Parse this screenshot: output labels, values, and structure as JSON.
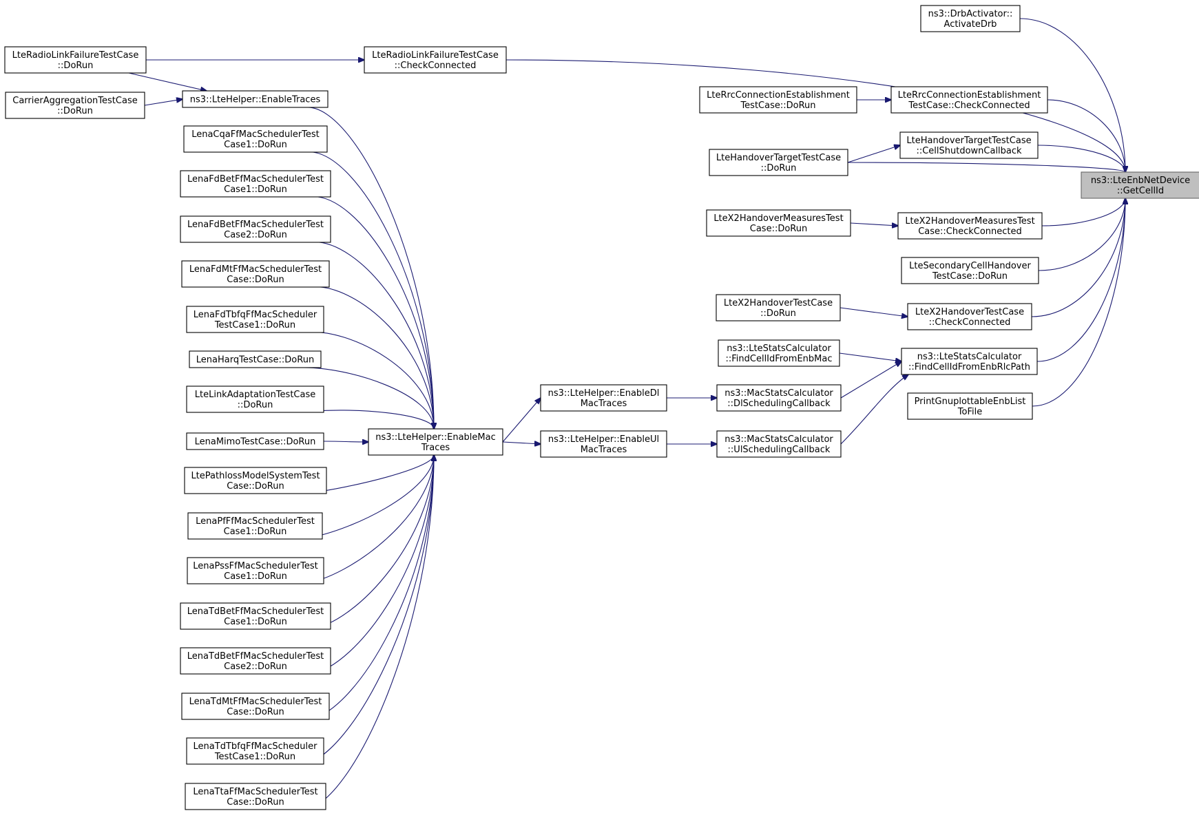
{
  "graph": {
    "title": "",
    "direction": "callers-of",
    "edge_color": "#191970",
    "root_fill": "#bfbfbf",
    "nodes": [
      {
        "id": "root",
        "lines": [
          "ns3::LteEnbNetDevice",
          "::GetCellId"
        ],
        "root": true
      },
      {
        "id": "drb",
        "lines": [
          "ns3::DrbActivator::",
          "ActivateDrb"
        ]
      },
      {
        "id": "rlfcc",
        "lines": [
          "LteRadioLinkFailureTestCase",
          "::CheckConnected"
        ]
      },
      {
        "id": "rlfdr",
        "lines": [
          "LteRadioLinkFailureTestCase",
          "::DoRun"
        ]
      },
      {
        "id": "carr",
        "lines": [
          "CarrierAggregationTestCase",
          "::DoRun"
        ]
      },
      {
        "id": "entr",
        "lines": [
          "ns3::LteHelper::EnableTraces"
        ]
      },
      {
        "id": "rrcdr",
        "lines": [
          "LteRrcConnectionEstablishment",
          "TestCase::DoRun"
        ]
      },
      {
        "id": "rrccc",
        "lines": [
          "LteRrcConnectionEstablishment",
          "TestCase::CheckConnected"
        ]
      },
      {
        "id": "hotcb",
        "lines": [
          "LteHandoverTargetTestCase",
          "::CellShutdownCallback"
        ]
      },
      {
        "id": "hotdr",
        "lines": [
          "LteHandoverTargetTestCase",
          "::DoRun"
        ]
      },
      {
        "id": "x2mdr",
        "lines": [
          "LteX2HandoverMeasuresTest",
          "Case::DoRun"
        ]
      },
      {
        "id": "x2mcc",
        "lines": [
          "LteX2HandoverMeasuresTest",
          "Case::CheckConnected"
        ]
      },
      {
        "id": "sec",
        "lines": [
          "LteSecondaryCellHandover",
          "TestCase::DoRun"
        ]
      },
      {
        "id": "x2dr",
        "lines": [
          "LteX2HandoverTestCase",
          "::DoRun"
        ]
      },
      {
        "id": "x2cc",
        "lines": [
          "LteX2HandoverTestCase",
          "::CheckConnected"
        ]
      },
      {
        "id": "fcmac",
        "lines": [
          "ns3::LteStatsCalculator",
          "::FindCellIdFromEnbMac"
        ]
      },
      {
        "id": "fcrlc",
        "lines": [
          "ns3::LteStatsCalculator",
          "::FindCellIdFromEnbRlcPath"
        ]
      },
      {
        "id": "dlsched",
        "lines": [
          "ns3::MacStatsCalculator",
          "::DlSchedulingCallback"
        ]
      },
      {
        "id": "ulsched",
        "lines": [
          "ns3::MacStatsCalculator",
          "::UlSchedulingCallback"
        ]
      },
      {
        "id": "print",
        "lines": [
          "PrintGnuplottableEnbList",
          "ToFile"
        ]
      },
      {
        "id": "endl",
        "lines": [
          "ns3::LteHelper::EnableDl",
          "MacTraces"
        ]
      },
      {
        "id": "enul",
        "lines": [
          "ns3::LteHelper::EnableUl",
          "MacTraces"
        ]
      },
      {
        "id": "enmac",
        "lines": [
          "ns3::LteHelper::EnableMac",
          "Traces"
        ]
      },
      {
        "id": "cqa",
        "lines": [
          "LenaCqaFfMacSchedulerTest",
          "Case1::DoRun"
        ]
      },
      {
        "id": "fdbet1",
        "lines": [
          "LenaFdBetFfMacSchedulerTest",
          "Case1::DoRun"
        ]
      },
      {
        "id": "fdbet2",
        "lines": [
          "LenaFdBetFfMacSchedulerTest",
          "Case2::DoRun"
        ]
      },
      {
        "id": "fdmt",
        "lines": [
          "LenaFdMtFfMacSchedulerTest",
          "Case::DoRun"
        ]
      },
      {
        "id": "fdtbfq",
        "lines": [
          "LenaFdTbfqFfMacScheduler",
          "TestCase1::DoRun"
        ]
      },
      {
        "id": "harq",
        "lines": [
          "LenaHarqTestCase::DoRun"
        ]
      },
      {
        "id": "linkad",
        "lines": [
          "LteLinkAdaptationTestCase",
          "::DoRun"
        ]
      },
      {
        "id": "mimo",
        "lines": [
          "LenaMimoTestCase::DoRun"
        ]
      },
      {
        "id": "pathloss",
        "lines": [
          "LtePathlossModelSystemTest",
          "Case::DoRun"
        ]
      },
      {
        "id": "pf",
        "lines": [
          "LenaPfFfMacSchedulerTest",
          "Case1::DoRun"
        ]
      },
      {
        "id": "pss",
        "lines": [
          "LenaPssFfMacSchedulerTest",
          "Case1::DoRun"
        ]
      },
      {
        "id": "tdbet1",
        "lines": [
          "LenaTdBetFfMacSchedulerTest",
          "Case1::DoRun"
        ]
      },
      {
        "id": "tdbet2",
        "lines": [
          "LenaTdBetFfMacSchedulerTest",
          "Case2::DoRun"
        ]
      },
      {
        "id": "tdmt",
        "lines": [
          "LenaTdMtFfMacSchedulerTest",
          "Case::DoRun"
        ]
      },
      {
        "id": "tdtbfq",
        "lines": [
          "LenaTdTbfqFfMacScheduler",
          "TestCase1::DoRun"
        ]
      },
      {
        "id": "tta",
        "lines": [
          "LenaTtaFfMacSchedulerTest",
          "Case::DoRun"
        ]
      }
    ],
    "edges": [
      [
        "drb",
        "root"
      ],
      [
        "rlfcc",
        "root"
      ],
      [
        "rrccc",
        "root"
      ],
      [
        "hotcb",
        "root"
      ],
      [
        "hotdr",
        "root"
      ],
      [
        "x2mcc",
        "root"
      ],
      [
        "sec",
        "root"
      ],
      [
        "x2cc",
        "root"
      ],
      [
        "fcrlc",
        "root"
      ],
      [
        "print",
        "root"
      ],
      [
        "rlfdr",
        "rlfcc"
      ],
      [
        "rlfdr",
        "entr"
      ],
      [
        "carr",
        "entr"
      ],
      [
        "rrcdr",
        "rrccc"
      ],
      [
        "hotdr",
        "hotcb"
      ],
      [
        "x2mdr",
        "x2mcc"
      ],
      [
        "x2dr",
        "x2cc"
      ],
      [
        "fcmac",
        "fcrlc"
      ],
      [
        "dlsched",
        "fcrlc"
      ],
      [
        "ulsched",
        "fcrlc"
      ],
      [
        "endl",
        "dlsched"
      ],
      [
        "enul",
        "ulsched"
      ],
      [
        "enmac",
        "endl"
      ],
      [
        "enmac",
        "enul"
      ],
      [
        "entr",
        "enmac"
      ],
      [
        "cqa",
        "enmac"
      ],
      [
        "fdbet1",
        "enmac"
      ],
      [
        "fdbet2",
        "enmac"
      ],
      [
        "fdmt",
        "enmac"
      ],
      [
        "fdtbfq",
        "enmac"
      ],
      [
        "harq",
        "enmac"
      ],
      [
        "linkad",
        "enmac"
      ],
      [
        "mimo",
        "enmac"
      ],
      [
        "pathloss",
        "enmac"
      ],
      [
        "pf",
        "enmac"
      ],
      [
        "pss",
        "enmac"
      ],
      [
        "tdbet1",
        "enmac"
      ],
      [
        "tdbet2",
        "enmac"
      ],
      [
        "tdmt",
        "enmac"
      ],
      [
        "tdtbfq",
        "enmac"
      ],
      [
        "tta",
        "enmac"
      ]
    ]
  }
}
